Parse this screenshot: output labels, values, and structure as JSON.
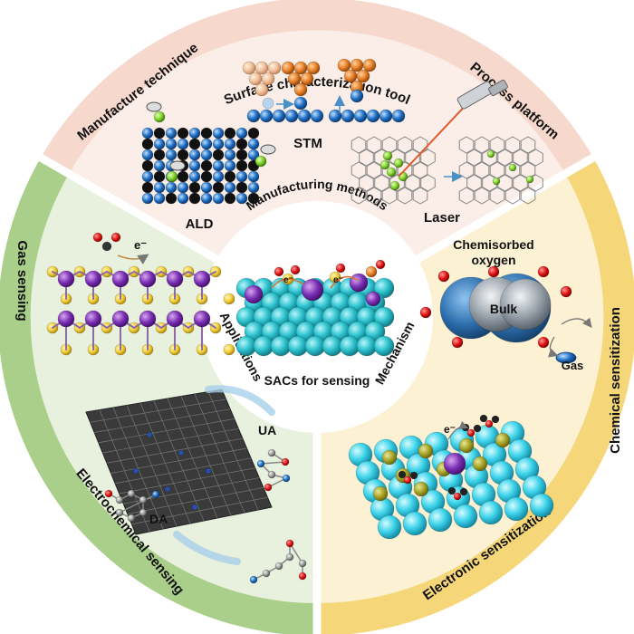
{
  "title": "SACs for sensing",
  "inner_ring": {
    "top": "Manufacturing methods",
    "left": "Applications",
    "right": "Mechanism"
  },
  "outer_ring": {
    "top": "Surface characterization tool",
    "top_left": "Manufacture technique",
    "top_right": "Process platform",
    "left_upper": "Gas sensing",
    "left_lower": "Electrochemical sensing",
    "right_upper": "Chemical sensitization",
    "right_lower": "Electronic sensitization"
  },
  "panel_labels": {
    "ald": "ALD",
    "stm": "STM",
    "laser": "Laser",
    "chemisorbed_oxygen_line1": "Chemisorbed",
    "chemisorbed_oxygen_line2": "oxygen",
    "bulk": "Bulk",
    "gas": "Gas",
    "ua": "UA",
    "da": "DA",
    "electron": "e⁻"
  },
  "colors": {
    "top_sector": "#f6d8cc",
    "left_sector": "#a9cf8a",
    "right_sector": "#f5d77a",
    "inner_top": "#fbeee8",
    "inner_left": "#e8f1dd",
    "inner_right": "#fcf1d3"
  }
}
